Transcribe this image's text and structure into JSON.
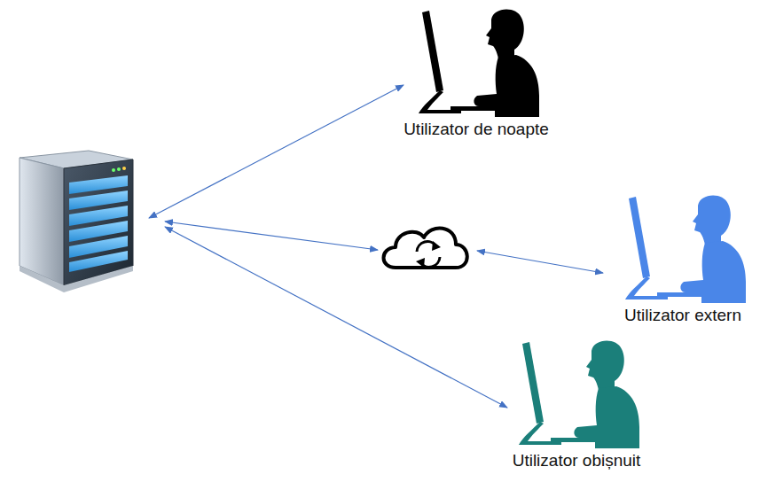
{
  "diagram": {
    "nodes": [
      {
        "text": [
          "Utilizator de noapte"
        ]
      },
      {
        "text": [
          "Utilizator extern"
        ]
      },
      {
        "text": [
          "Utilizator obișnuit"
        ]
      }
    ]
  }
}
